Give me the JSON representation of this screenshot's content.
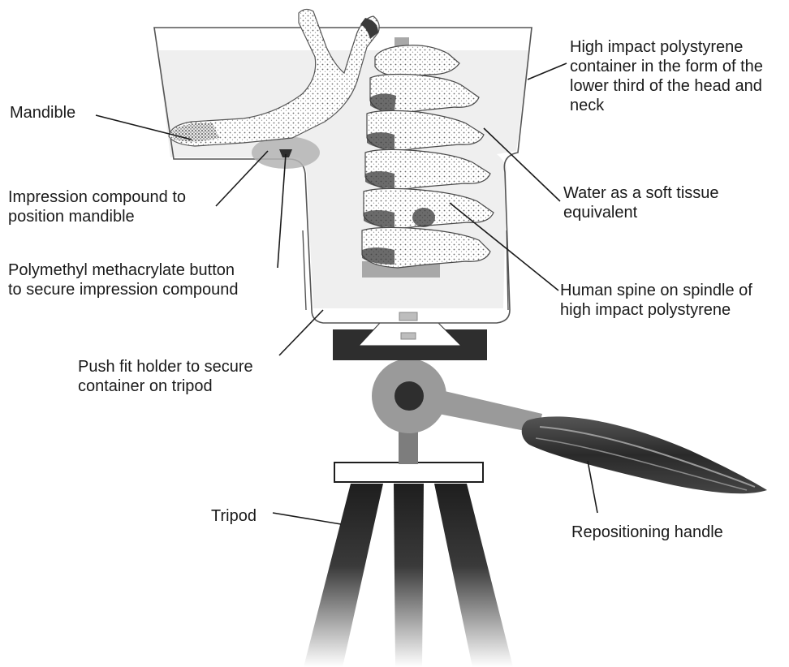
{
  "labels": {
    "mandible": [
      "Mandible"
    ],
    "impression": [
      "Impression compound to",
      "position mandible"
    ],
    "button": [
      "Polymethyl methacrylate button",
      "to secure impression compound"
    ],
    "holder": [
      "Push fit holder to secure",
      "container on tripod"
    ],
    "tripod": [
      "Tripod"
    ],
    "container": [
      "High impact polystyrene",
      "container in the form of the",
      "lower third of the head and",
      "neck"
    ],
    "water": [
      "Water as a soft tissue",
      "equivalent"
    ],
    "spine": [
      "Human spine on spindle of",
      "high impact polystyrene"
    ],
    "handle": [
      "Repositioning handle"
    ]
  },
  "colors": {
    "water": "#efefef",
    "bone": "#ffffff",
    "bone_stipple": "#5a5a5a",
    "spindle": "#a8a8a8",
    "impression": "#b4b4b4",
    "mount_dark": "#2e2e2e",
    "head_grey": "#9a9a9a",
    "handle_grip": "#3a3a3a",
    "tripod_leg": "#1e1e1e"
  }
}
